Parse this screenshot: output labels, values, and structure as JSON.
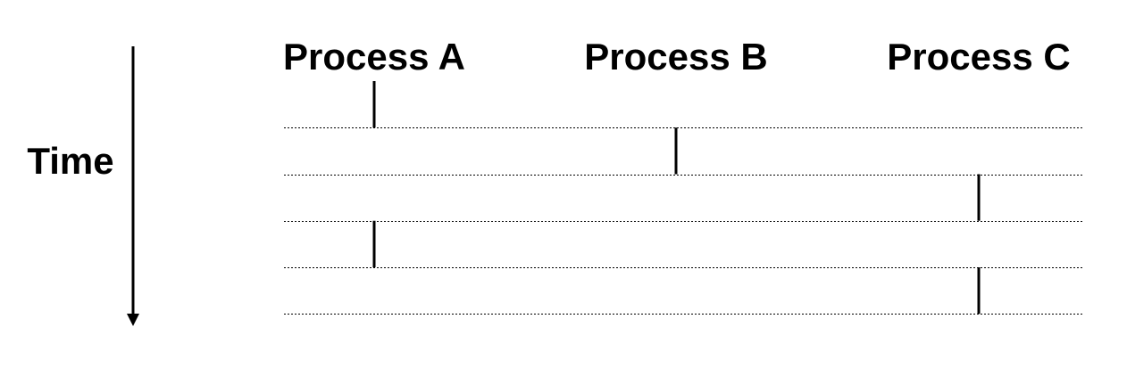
{
  "time_label": "Time",
  "processes": [
    "Process A",
    "Process B",
    "Process C"
  ],
  "time_slots": 5,
  "execution_sequence": [
    "Process A",
    "Process B",
    "Process C",
    "Process A",
    "Process C"
  ]
}
